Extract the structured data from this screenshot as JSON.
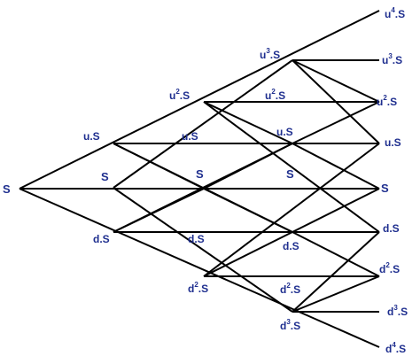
{
  "labels": {
    "root": "S",
    "u": "u.S",
    "s": "S",
    "d": "d.S",
    "u2_base": "u",
    "u2_exp": "2",
    "u2_tail": ".S",
    "d2_base": "d",
    "d2_exp": "2",
    "d2_tail": ".S",
    "u3_base": "u",
    "u3_exp": "3",
    "u3_tail": ".S",
    "d3_base": "d",
    "d3_exp": "3",
    "d3_tail": ".S",
    "u4_base": "u",
    "u4_exp": "4",
    "u4_tail": ".S",
    "d4_base": "d",
    "d4_exp": "4",
    "d4_tail": ".S"
  }
}
